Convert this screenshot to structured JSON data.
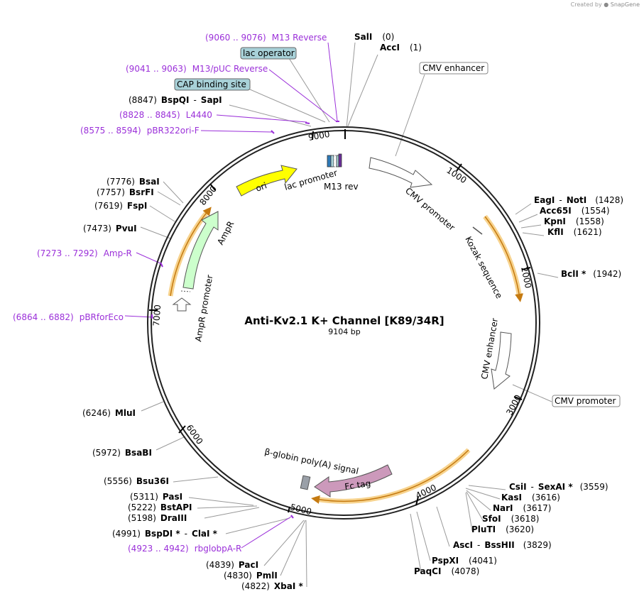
{
  "credit": {
    "prefix": "Created by",
    "brand": "SnapGene"
  },
  "plasmid": {
    "name": "Anti-Kv2.1 K+ Channel [K89/34R]",
    "size_label": "9104 bp",
    "length": 9104
  },
  "colors": {
    "primer": "#9b30d9",
    "ori": "#ffff00",
    "ampr": "#ccffcc",
    "fc_tag": "#cc99bb",
    "lac_box": "#a8d1d8",
    "orange_highlight": "#f5c872",
    "backbone": "#222222"
  },
  "ticks": [
    "1000",
    "2000",
    "3000",
    "4000",
    "5000",
    "6000",
    "7000",
    "8000",
    "9000"
  ],
  "enzymes": [
    {
      "name": "SalI",
      "pos": "(0)"
    },
    {
      "name": "AccI",
      "pos": "(1)"
    },
    {
      "name": "EagI",
      "pos": ""
    },
    {
      "name": "NotI",
      "pos": "(1428)"
    },
    {
      "name": "Acc65I",
      "pos": "(1554)"
    },
    {
      "name": "KpnI",
      "pos": "(1558)"
    },
    {
      "name": "KflI",
      "pos": "(1621)"
    },
    {
      "name": "BclI *",
      "pos": "(1942)"
    },
    {
      "name": "CsiI",
      "pos": ""
    },
    {
      "name": "SexAI *",
      "pos": "(3559)"
    },
    {
      "name": "KasI",
      "pos": "(3616)"
    },
    {
      "name": "NarI",
      "pos": "(3617)"
    },
    {
      "name": "SfoI",
      "pos": "(3618)"
    },
    {
      "name": "PluTI",
      "pos": "(3620)"
    },
    {
      "name": "AscI",
      "pos": ""
    },
    {
      "name": "BssHII",
      "pos": "(3829)"
    },
    {
      "name": "PspXI",
      "pos": "(4041)"
    },
    {
      "name": "PaqCI",
      "pos": "(4078)"
    },
    {
      "name": "XbaI *",
      "pos": "(4822)"
    },
    {
      "name": "PmlI",
      "pos": "(4830)"
    },
    {
      "name": "PacI",
      "pos": "(4839)"
    },
    {
      "name": "BspDI *",
      "pos": "(4991)"
    },
    {
      "name": "ClaI *",
      "pos": ""
    },
    {
      "name": "DraIII",
      "pos": "(5198)"
    },
    {
      "name": "BstAPI",
      "pos": "(5222)"
    },
    {
      "name": "PasI",
      "pos": "(5311)"
    },
    {
      "name": "Bsu36I",
      "pos": "(5556)"
    },
    {
      "name": "BsaBI",
      "pos": "(5972)"
    },
    {
      "name": "MluI",
      "pos": "(6246)"
    },
    {
      "name": "PvuI",
      "pos": "(7473)"
    },
    {
      "name": "FspI",
      "pos": "(7619)"
    },
    {
      "name": "BsrFI",
      "pos": "(7757)"
    },
    {
      "name": "BsaI",
      "pos": "(7776)"
    },
    {
      "name": "BspQI",
      "pos": "(8847)"
    },
    {
      "name": "SapI",
      "pos": ""
    }
  ],
  "primers": [
    {
      "range": "(9060 .. 9076)",
      "name": "M13 Reverse"
    },
    {
      "range": "(9041 .. 9063)",
      "name": "M13/pUC Reverse"
    },
    {
      "range": "(8828 .. 8845)",
      "name": "L4440"
    },
    {
      "range": "(8575 .. 8594)",
      "name": "pBR322ori-F"
    },
    {
      "range": "(7273 .. 7292)",
      "name": "Amp-R"
    },
    {
      "range": "(6864 .. 6882)",
      "name": "pBRforEco"
    },
    {
      "range": "(4923 .. 4942)",
      "name": "rbglobpA-R"
    }
  ],
  "boxed_features": [
    "lac operator",
    "CAP binding site",
    "CMV enhancer",
    "CMV promoter"
  ],
  "inner_features": [
    "lac promoter",
    "M13 rev",
    "CMV promoter",
    "Kozak sequence",
    "CMV enhancer",
    "Fc tag",
    "β-globin poly(A) signal",
    "ori",
    "AmpR",
    "AmpR promoter"
  ]
}
